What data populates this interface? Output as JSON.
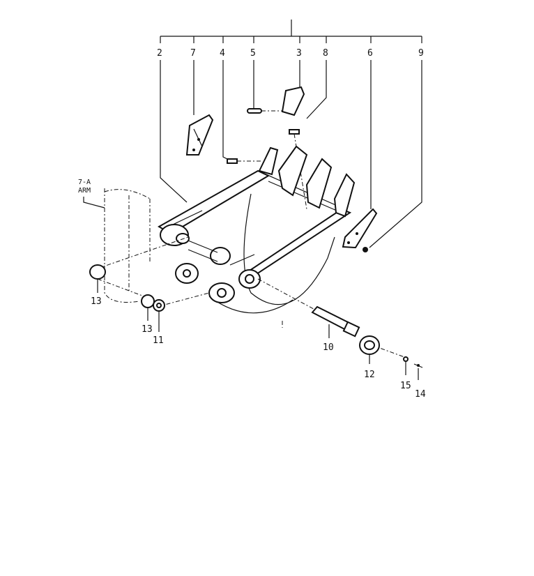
{
  "callouts": {
    "c2": "2",
    "c7": "7",
    "c4": "4",
    "c5": "5",
    "c3": "3",
    "c8": "8",
    "c6": "6",
    "c9": "9",
    "c13a": "13",
    "c13b": "13",
    "c11": "11",
    "c10": "10",
    "c12": "12",
    "c15": "15",
    "c14": "14"
  },
  "arm_ref": {
    "line1": "7-A",
    "line2": "ARM"
  }
}
